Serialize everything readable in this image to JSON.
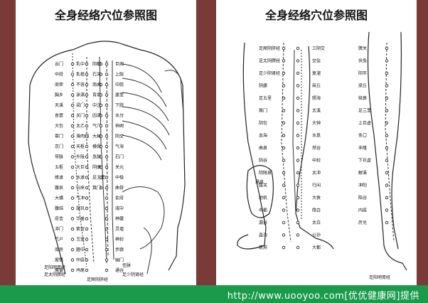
{
  "left": {
    "title": "全身经络穴位参照图",
    "labels": [
      "云门",
      "中府",
      "周荣",
      "胸乡",
      "天溪",
      "食窦",
      "大包",
      "章门",
      "京门",
      "带脉",
      "五枢",
      "维道",
      "腹哀",
      "大横",
      "腹结",
      "府舍",
      "冲门",
      "气户",
      "库房",
      "屋翳",
      "膺窗",
      "乳中",
      "乳根",
      "不容",
      "承满",
      "梁门",
      "关门",
      "太乙",
      "滑肉门",
      "天枢",
      "外陵",
      "大巨",
      "水道",
      "归来",
      "气冲",
      "璇玑",
      "华盖",
      "紫宫",
      "玉堂",
      "膻中",
      "中庭",
      "鸠尾",
      "巨阙",
      "上脘",
      "中脘",
      "建里",
      "下脘",
      "水分",
      "神阙",
      "阴交",
      "气海",
      "石门",
      "关元",
      "中极",
      "曲骨",
      "俞府",
      "彧中",
      "神藏",
      "灵墟",
      "神封",
      "步廊",
      "幽门",
      "通谷",
      "阴都",
      "石关",
      "商曲",
      "肓俞",
      "中注",
      "四满",
      "气穴",
      "大赫",
      "横骨",
      "急脉",
      "阴廉",
      "足五里",
      "箕门",
      "足阳明胃经",
      "足太阴脾经",
      "足少阴肾经",
      "任脉",
      "足厥阴肝经"
    ],
    "meridian_labels": [
      "足阳明胃经",
      "足太阴脾经",
      "足厥阴肝经",
      "任脉",
      "足少阴肾经"
    ]
  },
  "right": {
    "title": "全身经络穴位参照图",
    "labels": [
      "足厥阴肝经",
      "足太阴脾经",
      "足少阴肾经",
      "阴廉",
      "足五里",
      "箕门",
      "阴包",
      "血海",
      "曲泉",
      "阴谷",
      "阴陵泉",
      "膝关",
      "地机",
      "中都",
      "漏谷",
      "蠡沟",
      "筑宾",
      "三阴交",
      "交信",
      "复溜",
      "商丘",
      "照海",
      "太溪",
      "大钟",
      "水泉",
      "然谷",
      "中封",
      "太冲",
      "行间",
      "大敦",
      "隐白",
      "太白",
      "公孙",
      "大都",
      "涌泉",
      "髀关",
      "伏兔",
      "阴市",
      "梁丘",
      "犊鼻",
      "足三里",
      "上巨虚",
      "条口",
      "丰隆",
      "下巨虚",
      "解溪",
      "冲阳",
      "陷谷",
      "内庭",
      "厉兑",
      "足阳明胃经"
    ],
    "foot_label": "涌泉"
  },
  "footer": {
    "text": "http://www.uooyoo.com[优优健康网]提供"
  },
  "colors": {
    "background": "#7a3a37",
    "footer": "#1a9a4a",
    "panel": "#ffffff"
  }
}
